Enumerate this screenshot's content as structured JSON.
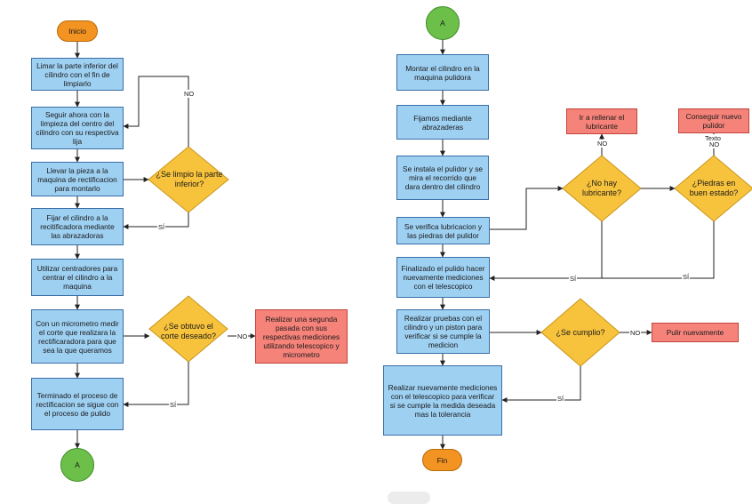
{
  "left": {
    "start": "Inicio",
    "p1": "Limar la parte inferior del cilindro con el fin de limpiarlo",
    "p2": "Seguir ahora con la limpieza del centro del cilindro con su respectiva lija",
    "p3": "Llevar la pieza a la maquina de rectificacion para montarlo",
    "d1": "¿Se limpio la parte   inferior?",
    "p4": "Fijar el cilindro a la recitificadora mediante las abrazadoras",
    "p5": "Utilizar centradores para centrar el cilindro a la maquina",
    "p6": "Con un micrometro medir el corte que realizara la rectificaradora para que sea la que queramos",
    "d2": "¿Se obtuvo el corte deseado?",
    "r1": "Realizar una segunda pasada con sus respectivas mediciones utilizando telescopico y micrometro",
    "p7": "Terminado el proceso de rectificacion se sigue con el proceso de pulido",
    "end_connector": "A",
    "label_no_1": "NO",
    "label_si_1": "SÍ",
    "label_no_2": "NO",
    "label_si_2": "SÍ"
  },
  "right": {
    "start_connector": "A",
    "p1": "Montar el cilindro en la maquina pulidora",
    "p2": "Fijamos mediante abrazaderas",
    "p3": "Se instala el pulidor y se mira el recorrido que dara dentro del cilindro",
    "p4": "Se  verifica lubricacion y las piedras del pulidor",
    "p5": "Finalizado el pulido hacer nuevamente mediciones con el telescopico",
    "p6": "Realizar pruebas con el cilindro y  un piston para verificar si se cumple la medicion",
    "p7": "Realizar nuevamente mediciones con el telescopico para verificar si se cumple la medida deseada mas la tolerancia",
    "end": "Fin",
    "d1": "¿No hay lubricante?",
    "d2": "¿Piedras en buen estado?",
    "d3": "¿Se cumplio?",
    "r1": "Ir a rellenar el lubricante",
    "r2": "Conseguir nuevo pulidor",
    "r3": "Pulir nuevamente",
    "label_no_1": "NO",
    "label_no_2": "NO",
    "label_texto": "Texto",
    "label_si_1": "SÍ",
    "label_si_2": "SÍ",
    "label_no_3": "NO",
    "label_si_3": "SÍ"
  }
}
